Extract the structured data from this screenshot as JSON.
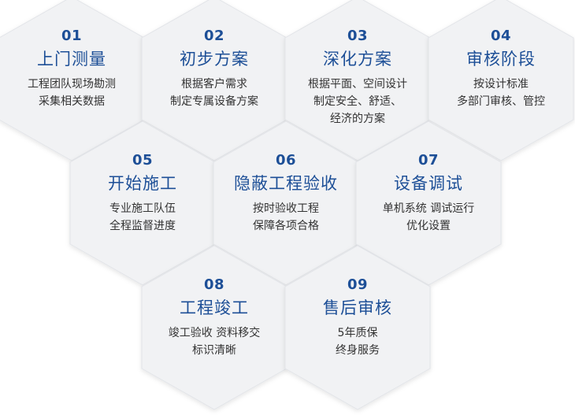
{
  "colors": {
    "hex_fill": "#f1f2f4",
    "hex_edge": "#e2e4e8",
    "accent": "#1d4f97",
    "text": "#333333"
  },
  "steps": [
    {
      "num": "01",
      "title": "上门测量",
      "desc": [
        "工程团队现场勘测",
        "采集相关数据"
      ]
    },
    {
      "num": "02",
      "title": "初步方案",
      "desc": [
        "根据客户需求",
        "制定专属设备方案"
      ]
    },
    {
      "num": "03",
      "title": "深化方案",
      "desc": [
        "根据平面、空间设计",
        "制定安全、舒适、",
        "经济的方案"
      ]
    },
    {
      "num": "04",
      "title": "审核阶段",
      "desc": [
        "按设计标准",
        "多部门审核、管控"
      ]
    },
    {
      "num": "05",
      "title": "开始施工",
      "desc": [
        "专业施工队伍",
        "全程监督进度"
      ]
    },
    {
      "num": "06",
      "title": "隐蔽工程验收",
      "desc": [
        "按时验收工程",
        "保障各项合格"
      ]
    },
    {
      "num": "07",
      "title": "设备调试",
      "desc": [
        "单机系统 调试运行",
        "优化设置"
      ]
    },
    {
      "num": "08",
      "title": "工程竣工",
      "desc": [
        "竣工验收 资料移交",
        "标识清晰"
      ]
    },
    {
      "num": "09",
      "title": "售后审核",
      "desc": [
        "5年质保",
        "终身服务"
      ]
    }
  ]
}
